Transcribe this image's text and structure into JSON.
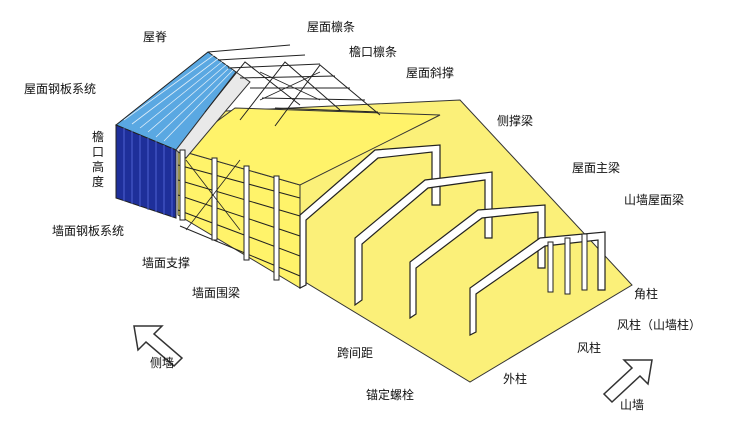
{
  "colors": {
    "floor": "#fbf079",
    "wall_yellow": "#fff36a",
    "roof_blue": "#5aa8e2",
    "wall_blue": "#1e2f9a",
    "steel": "#ffffff",
    "line": "#222222"
  },
  "labels": {
    "ridge": "屋脊",
    "roof_purlin": "屋面檩条",
    "eave_purlin": "檐口檩条",
    "roof_panel_system": "屋面钢板系统",
    "roof_bracing": "屋面斜撑",
    "side_strut": "侧撑梁",
    "eave_height": "檐口高度",
    "roof_main_beam": "屋面主梁",
    "gable_roof_beam": "山墙屋面梁",
    "wall_panel_system": "墙面钢板系统",
    "wall_bracing": "墙面支撑",
    "wall_girt": "墙面围梁",
    "corner_column": "角柱",
    "wind_column_gable": "风柱（山墙柱）",
    "span": "跨间距",
    "wind_column": "风柱",
    "outer_column": "外柱",
    "anchor_bolt": "锚定螺栓",
    "side_wall": "侧墙",
    "gable_wall": "山墙"
  },
  "icons": {
    "side_arrow": "arrow-up-left-icon",
    "gable_arrow": "arrow-up-right-icon"
  }
}
